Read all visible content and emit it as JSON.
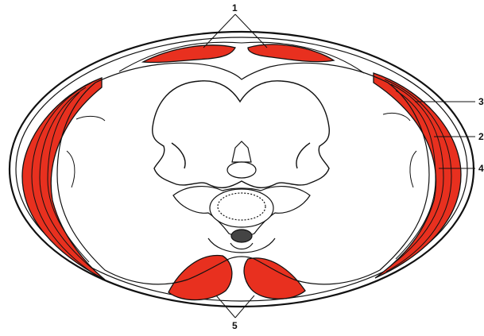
{
  "colors": {
    "muscle": "#e8301f",
    "ink": "#111111",
    "background": "#ffffff"
  },
  "labels": {
    "top": "1",
    "right_upper": "3",
    "right_middle": "2",
    "right_lower": "4",
    "bottom": "5"
  }
}
